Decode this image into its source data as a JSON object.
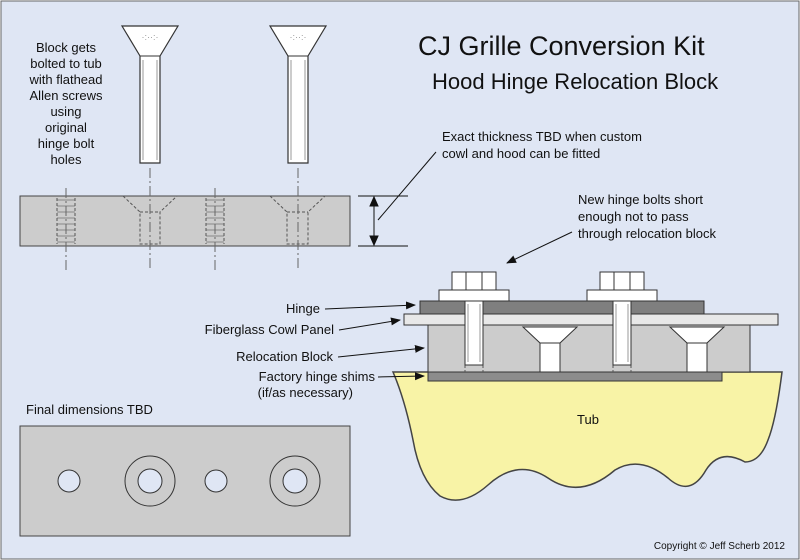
{
  "title": {
    "line1": "CJ Grille Conversion Kit",
    "line2": "Hood Hinge Relocation Block"
  },
  "notes": {
    "block_bolted": [
      "Block gets",
      "bolted to tub",
      "with flathead",
      "Allen screws",
      "using",
      "original",
      "hinge bolt",
      "holes"
    ],
    "thickness": [
      "Exact thickness TBD when custom",
      "cowl and hood can be fitted"
    ],
    "new_bolts": [
      "New hinge bolts short",
      "enough not to pass",
      "through relocation block"
    ],
    "final_dimensions": "Final dimensions TBD"
  },
  "labels": {
    "hinge": "Hinge",
    "cowl": "Fiberglass Cowl Panel",
    "block": "Relocation Block",
    "shims": [
      "Factory hinge shims",
      "(if/as necessary)"
    ],
    "tub": "Tub"
  },
  "copyright": "Copyright © Jeff Scherb 2012",
  "colors": {
    "background": "#dfe6f4",
    "block_gray": "#cccccc",
    "hinge_dark": "#7f7f7f",
    "panel": "#e8e8e8",
    "tub_yellow": "#f8f3a6",
    "outline": "#333333"
  }
}
